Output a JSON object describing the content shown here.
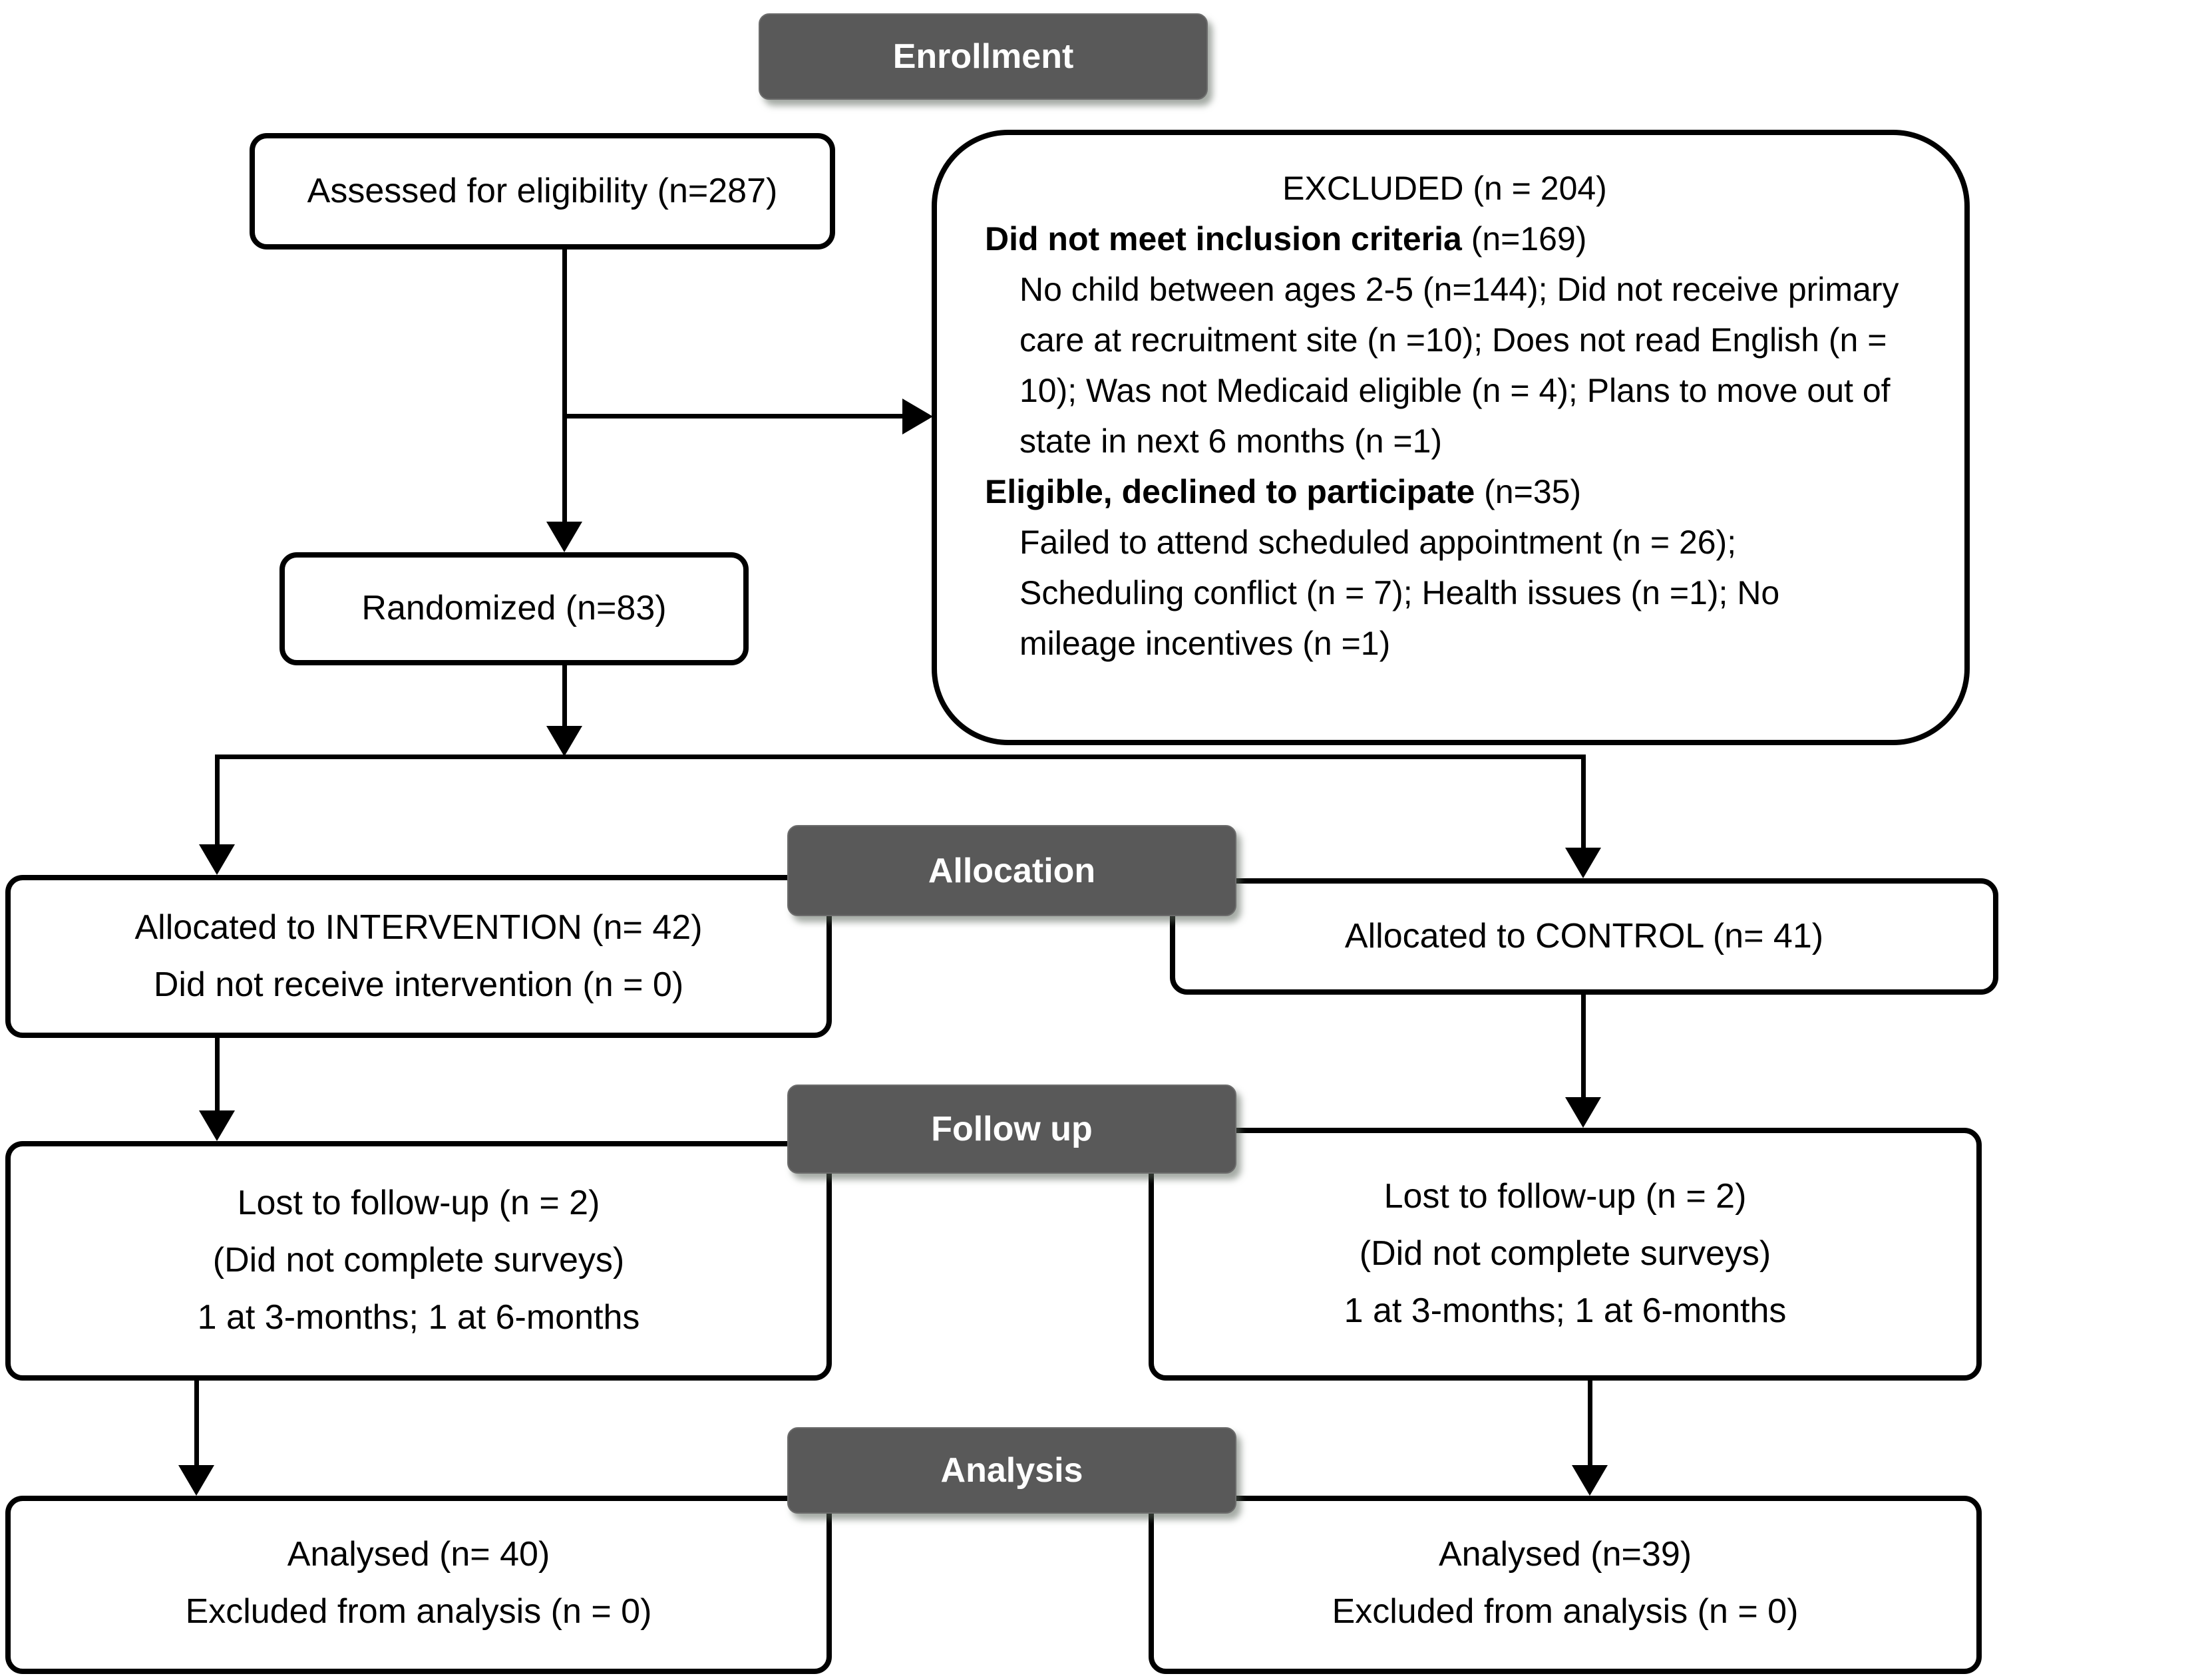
{
  "stages": {
    "enrollment": "Enrollment",
    "allocation": "Allocation",
    "followup": "Follow up",
    "analysis": "Analysis"
  },
  "boxes": {
    "assessed": "Assessed for eligibility (n=287)",
    "randomized": "Randomized (n=83)",
    "excluded": {
      "title": "EXCLUDED (n = 204)",
      "sections": [
        {
          "heading_bold": "Did not meet inclusion criteria",
          "heading_rest": " (n=169)",
          "body": "No child between ages 2-5 (n=144); Did not receive primary care at recruitment site (n =10); Does not read English (n = 10); Was not Medicaid eligible (n = 4); Plans to move out of state in next 6 months (n =1)"
        },
        {
          "heading_bold": "Eligible, declined to participate",
          "heading_rest": " (n=35)",
          "body": "Failed to attend scheduled appointment (n = 26); Scheduling conflict (n = 7); Health issues (n =1); No mileage incentives (n =1)"
        }
      ]
    },
    "alloc_intervention": {
      "line1": "Allocated to INTERVENTION (n= 42)",
      "line2": "Did not receive intervention (n = 0)"
    },
    "alloc_control": {
      "line1": "Allocated to CONTROL (n= 41)"
    },
    "followup_intervention": {
      "line1": "Lost to follow-up (n = 2)",
      "line2": "(Did not complete surveys)",
      "line3": "1 at 3-months; 1 at 6-months"
    },
    "followup_control": {
      "line1": "Lost to follow-up (n = 2)",
      "line2": "(Did not complete surveys)",
      "line3": "1 at 3-months; 1 at 6-months"
    },
    "analysis_intervention": {
      "line1": "Analysed (n= 40)",
      "line2": "Excluded from analysis (n = 0)"
    },
    "analysis_control": {
      "line1": "Analysed (n=39)",
      "line2": "Excluded from analysis (n = 0)"
    }
  },
  "colors": {
    "stage_bg": "#595959",
    "line": "#000000",
    "box_border": "#000000"
  }
}
